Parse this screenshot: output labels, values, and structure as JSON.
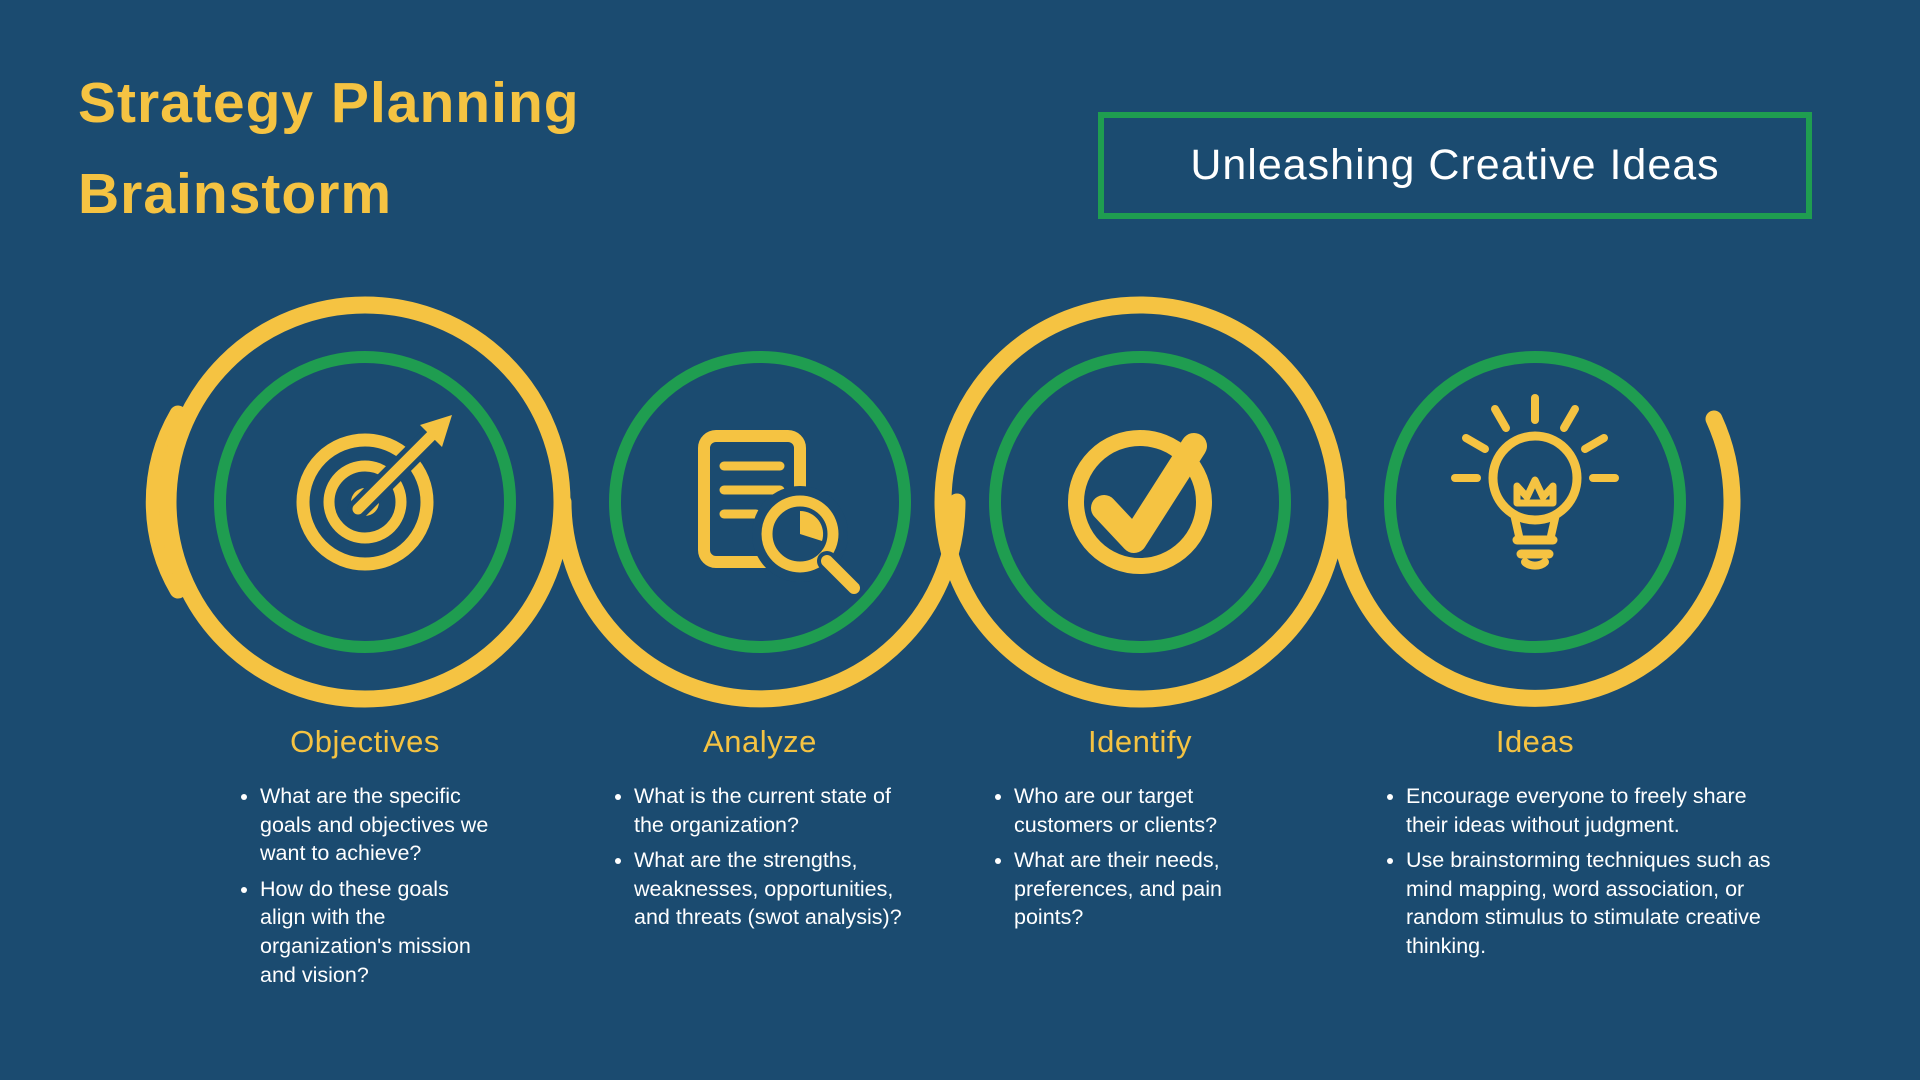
{
  "colors": {
    "bg": "#1b4b70",
    "yellow": "#f5c342",
    "green": "#1f9d50",
    "text": "#ffffff"
  },
  "title": {
    "lines": [
      "Strategy Planning",
      "Brainstorm"
    ]
  },
  "banner": {
    "text": "Unleashing Creative Ideas"
  },
  "steps": [
    {
      "label": "Objectives",
      "icon": "target-icon",
      "bullets": [
        "What are the specific goals and objectives we want to achieve?",
        "How do these goals align with the organization's mission and vision?"
      ]
    },
    {
      "label": "Analyze",
      "icon": "document-analysis-icon",
      "bullets": [
        "What is the current state of the organization?",
        "What are the strengths, weaknesses, opportunities, and threats (swot analysis)?"
      ]
    },
    {
      "label": "Identify",
      "icon": "checkmark-icon",
      "bullets": [
        "Who are our target customers or clients?",
        "What are their needs, preferences, and pain points?"
      ]
    },
    {
      "label": "Ideas",
      "icon": "lightbulb-icon",
      "bullets": [
        "Encourage everyone to freely share their ideas without judgment.",
        "Use brainstorming techniques such as mind mapping, word association, or random stimulus to stimulate creative thinking."
      ]
    }
  ]
}
